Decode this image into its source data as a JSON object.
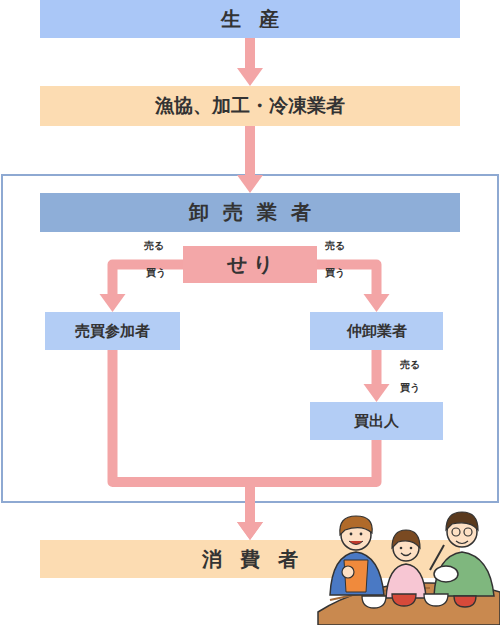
{
  "diagram": {
    "nodes": [
      {
        "text": [
          "生産"
        ]
      },
      {
        "text": [
          "漁協、加工・冷凍業者"
        ]
      },
      {
        "text": [
          "卸売業者"
        ]
      },
      {
        "text": [
          "せり"
        ]
      },
      {
        "text": [
          "売買参加者"
        ]
      },
      {
        "text": [
          "仲卸業者"
        ]
      },
      {
        "text": [
          "買出人"
        ]
      },
      {
        "text": [
          "消費者"
        ]
      }
    ],
    "edges": [
      {
        "from": 0,
        "to": 1,
        "arrow": "to"
      },
      {
        "from": 1,
        "to": 2,
        "arrow": "to"
      },
      {
        "from": 3,
        "to": 4,
        "arrow": "to"
      },
      {
        "from": 3,
        "to": 5,
        "arrow": "to"
      },
      {
        "from": 5,
        "to": 6,
        "arrow": "to"
      },
      {
        "from": 4,
        "to": 7,
        "arrow": "to"
      },
      {
        "from": 6,
        "to": 7,
        "arrow": "to"
      }
    ],
    "labels": [
      "売る",
      "買う",
      "売る",
      "買う",
      "売る",
      "買う"
    ]
  }
}
